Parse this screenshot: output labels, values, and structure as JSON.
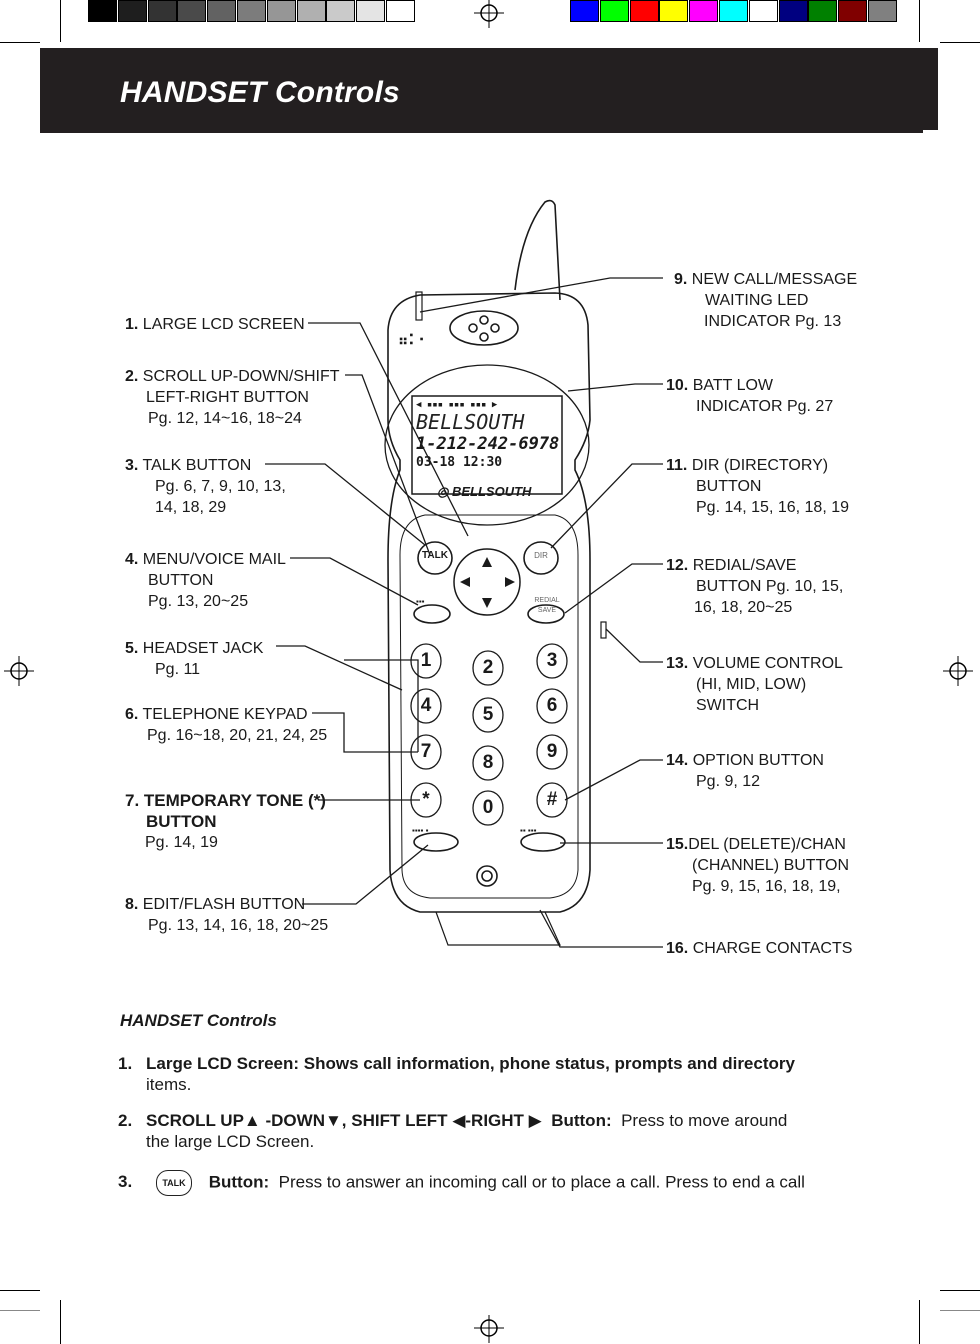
{
  "header": {
    "title": "HANDSET Controls"
  },
  "colors": {
    "header_bg": "#231f20",
    "swatches_gray": [
      "#000000",
      "#1e1e1e",
      "#333333",
      "#4a4a4a",
      "#626262",
      "#7c7c7c",
      "#969696",
      "#b0b0b0",
      "#cacaca",
      "#e4e4e4",
      "#ffffff"
    ],
    "swatches_color": [
      "#0000ff",
      "#00ff00",
      "#ff0000",
      "#ffff00",
      "#ff00ff",
      "#00ffff",
      "#ffffff",
      "#000080",
      "#008000",
      "#800000",
      "#808080"
    ]
  },
  "phone": {
    "lcd_line1": "BELLSOUTH",
    "lcd_line2": "1-212-242-6978",
    "lcd_line3": "03-18  12:30",
    "brand": "BELLSOUTH",
    "talk_label": "TALK",
    "dir_label": "DIR",
    "redial_label": "REDIAL",
    "save_label": "SAVE",
    "keys": [
      "1",
      "2",
      "3",
      "4",
      "5",
      "6",
      "7",
      "8",
      "9",
      "*",
      "0",
      "#"
    ]
  },
  "callouts": {
    "c1": {
      "num": "1.",
      "lines": [
        "LARGE LCD SCREEN"
      ]
    },
    "c2": {
      "num": "2.",
      "lines": [
        "SCROLL UP-DOWN/SHIFT",
        "LEFT-RIGHT BUTTON",
        "Pg. 12, 14~16, 18~24"
      ]
    },
    "c3": {
      "num": "3.",
      "lines": [
        "TALK BUTTON",
        "Pg. 6, 7, 9, 10, 13,",
        "14, 18, 29"
      ]
    },
    "c4": {
      "num": "4.",
      "lines": [
        "MENU/VOICE MAIL",
        "BUTTON",
        "Pg. 13, 20~25"
      ]
    },
    "c5": {
      "num": "5.",
      "lines": [
        "HEADSET JACK",
        "Pg. 11"
      ]
    },
    "c6": {
      "num": "6.",
      "lines": [
        "TELEPHONE KEYPAD",
        "Pg. 16~18, 20, 21, 24, 25"
      ]
    },
    "c7": {
      "num": "7.",
      "lines": [
        "TEMPORARY TONE (*)",
        "BUTTON",
        "Pg. 14, 19"
      ]
    },
    "c8": {
      "num": "8.",
      "lines": [
        "EDIT/FLASH BUTTON",
        "Pg. 13, 14, 16, 18, 20~25"
      ]
    },
    "c9": {
      "num": "9.",
      "lines": [
        "NEW CALL/MESSAGE",
        "WAITING LED",
        "INDICATOR  Pg. 13"
      ]
    },
    "c10": {
      "num": "10.",
      "lines": [
        "BATT LOW",
        "INDICATOR Pg. 27"
      ]
    },
    "c11": {
      "num": "11.",
      "lines": [
        "DIR (DIRECTORY)",
        "BUTTON",
        "Pg. 14, 15, 16, 18, 19"
      ]
    },
    "c12": {
      "num": "12.",
      "lines": [
        "REDIAL/SAVE",
        "BUTTON Pg. 10, 15,",
        "16, 18, 20~25"
      ]
    },
    "c13": {
      "num": "13.",
      "lines": [
        "VOLUME CONTROL",
        "(HI, MID, LOW)",
        "SWITCH"
      ]
    },
    "c14": {
      "num": "14.",
      "lines": [
        "OPTION BUTTON",
        "Pg. 9, 12"
      ]
    },
    "c15": {
      "num": "15.",
      "lines": [
        "DEL (DELETE)/CHAN",
        "(CHANNEL) BUTTON",
        "Pg. 9, 15, 16, 18, 19,"
      ]
    },
    "c16": {
      "num": "16.",
      "lines": [
        "CHARGE CONTACTS"
      ]
    }
  },
  "description": {
    "heading": "HANDSET Controls",
    "item1": {
      "num": "1.",
      "bold": "Large LCD Screen:",
      "text": "Shows call information, phone status, prompts and directory",
      "cont": "items."
    },
    "item2": {
      "num": "2.",
      "bold_a": "SCROLL UP",
      "bold_b": "-DOWN",
      "bold_c": ", SHIFT LEFT",
      "bold_d": "-RIGHT",
      "bold_e": "Button:",
      "text": "Press to move around",
      "cont": "the large LCD Screen."
    },
    "item3": {
      "num": "3.",
      "badge": "TALK",
      "bold": "Button:",
      "text": "Press to answer an incoming call or to place a call. Press to end a call"
    }
  }
}
